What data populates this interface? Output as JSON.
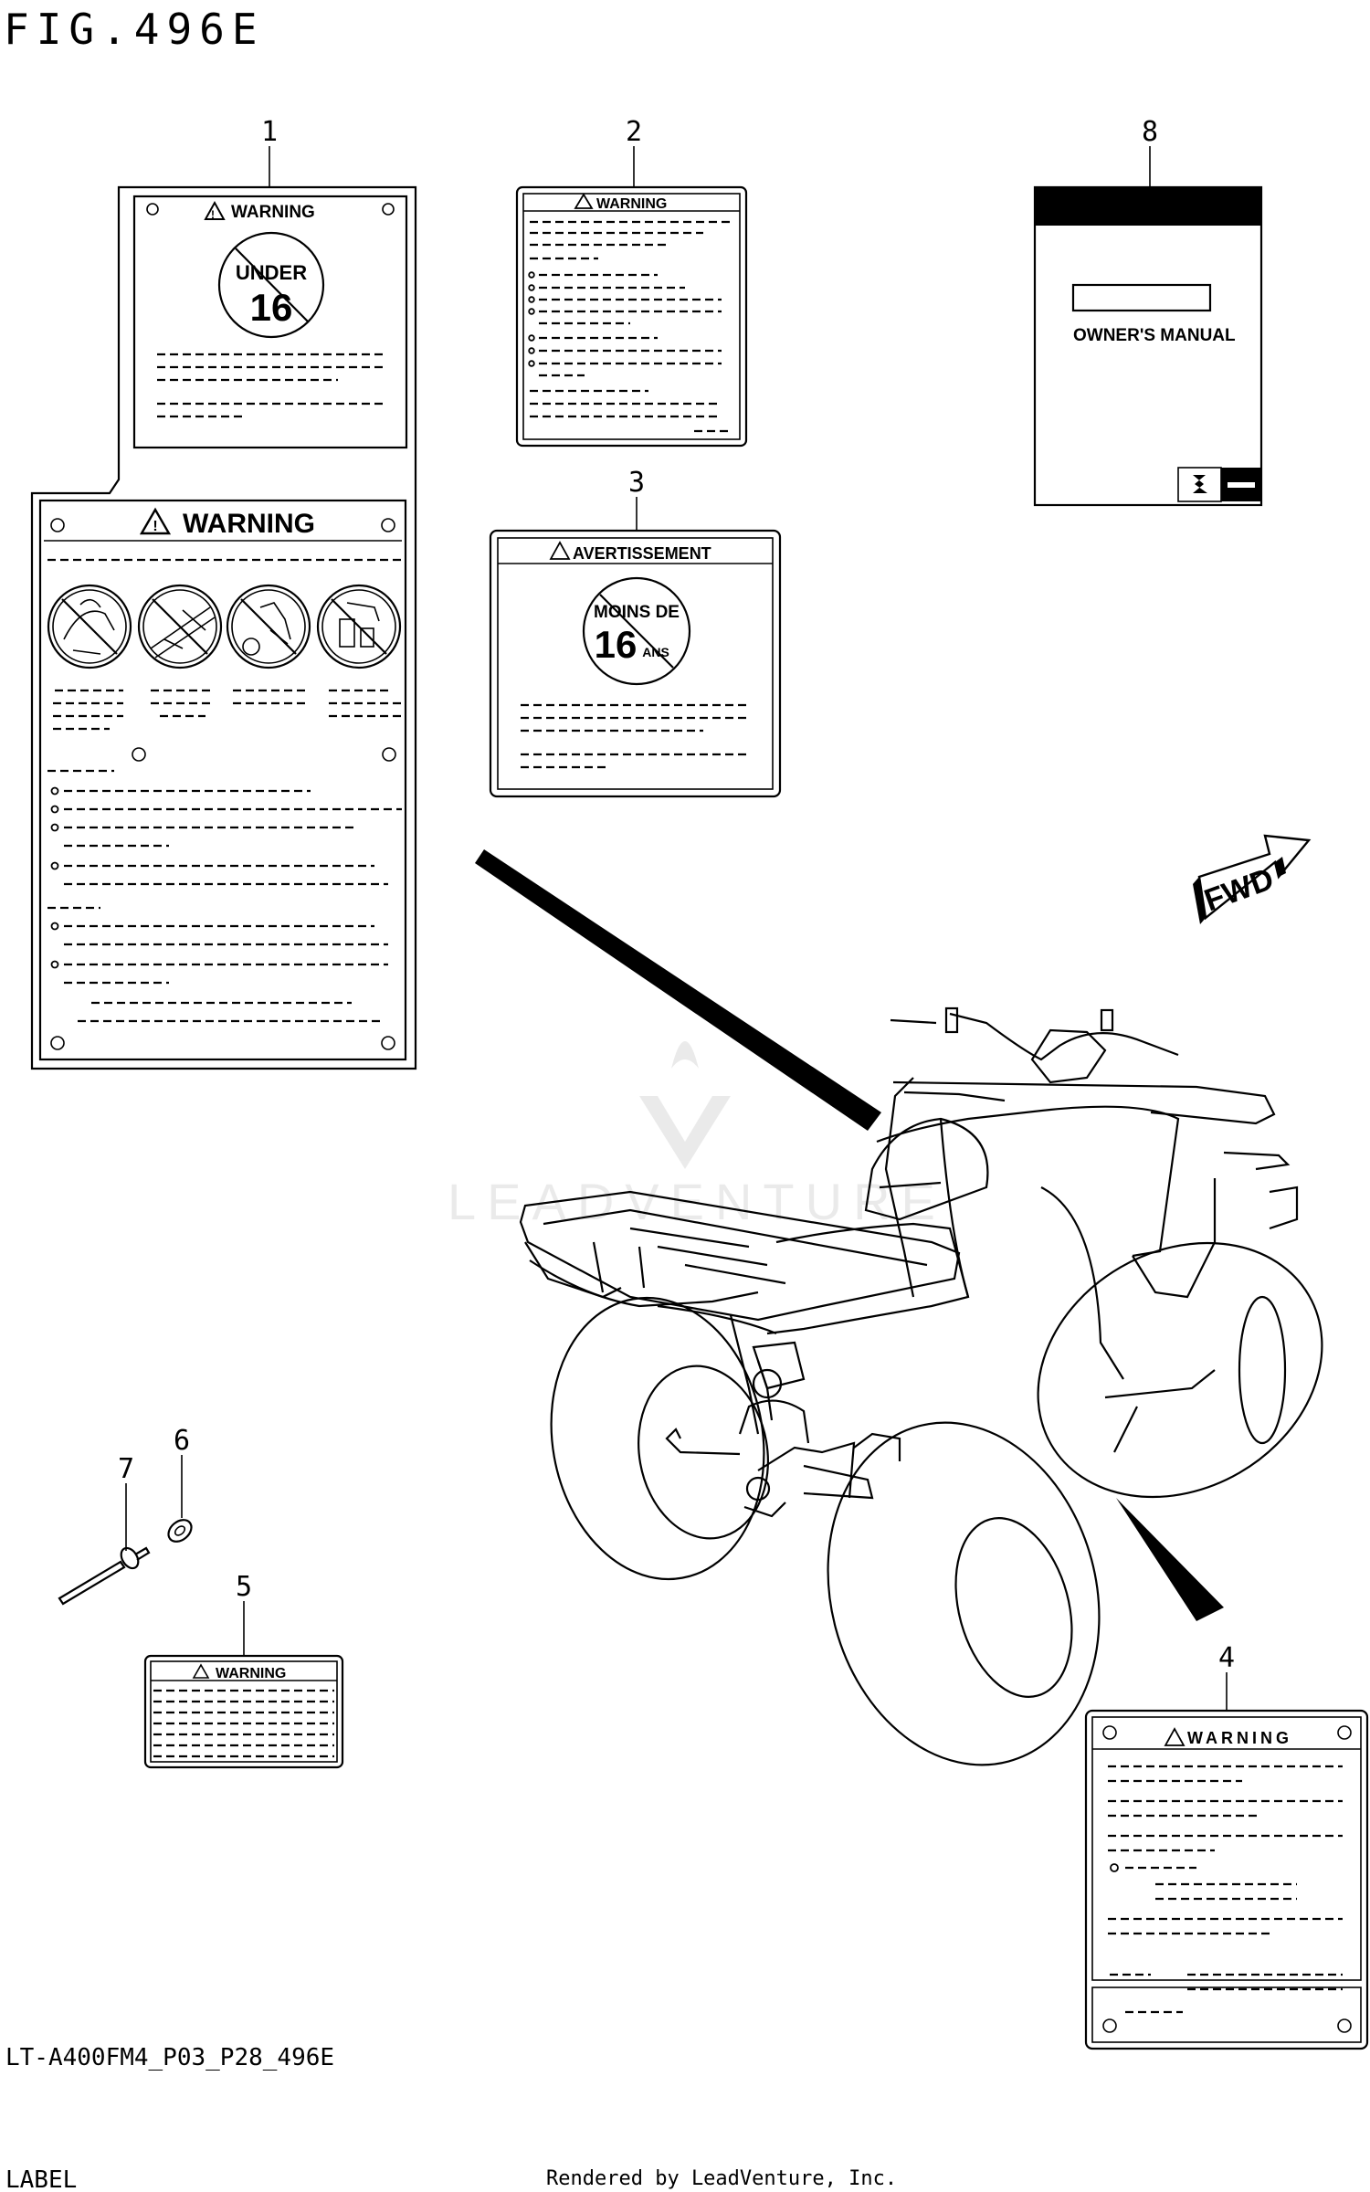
{
  "figure": {
    "title": "FIG.496E",
    "code": "LT-A400FM4_P03_P28_496E",
    "name": "LABEL",
    "credit": "Rendered by LeadVenture, Inc.",
    "watermark": "LEADVENTURE"
  },
  "callouts": [
    "1",
    "2",
    "3",
    "4",
    "5",
    "6",
    "7",
    "8"
  ],
  "labels": {
    "warning": "WARNING",
    "under": "UNDER",
    "age": "16",
    "avertissement": "AVERTISSEMENT",
    "moins_de": "MOINS DE",
    "ans": "ANS",
    "owners_manual": "OWNER'S MANUAL",
    "fwd": "FWD"
  },
  "icons": [
    "warning-triangle-icon",
    "no-passenger-icon",
    "no-paved-road-icon",
    "no-drugs-alcohol-icon",
    "no-minors-icon",
    "suzuki-logo-icon",
    "fwd-arrow-icon"
  ]
}
